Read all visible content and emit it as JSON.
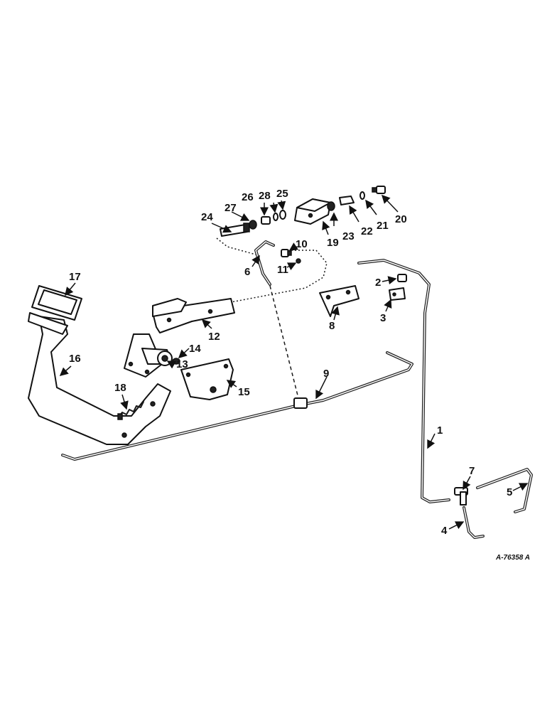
{
  "drawing_number": "A-76358 A",
  "callouts": [
    "1",
    "2",
    "3",
    "4",
    "5",
    "6",
    "7",
    "8",
    "9",
    "10",
    "11",
    "12",
    "13",
    "14",
    "15",
    "16",
    "17",
    "18",
    "19",
    "20",
    "21",
    "22",
    "23",
    "24",
    "25",
    "26",
    "27",
    "28"
  ]
}
